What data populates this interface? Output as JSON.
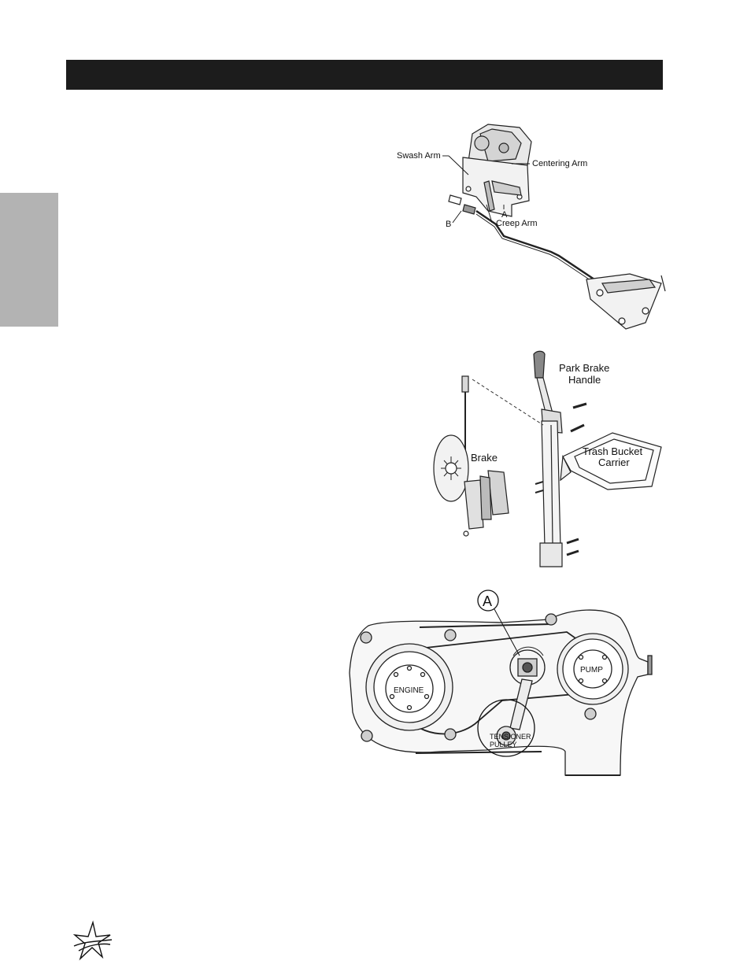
{
  "page": {
    "header_bar_color": "#1c1c1c",
    "side_tab_color": "#b3b3b3"
  },
  "figure1": {
    "labels": {
      "swash_arm": "Swash Arm",
      "centering_arm": "Centering Arm",
      "a": "A",
      "b": "B",
      "creep_arm": "Creep Arm"
    }
  },
  "figure2": {
    "labels": {
      "park_brake_line1": "Park Brake",
      "park_brake_line2": "Handle",
      "brake": "Brake",
      "trash_line1": "Trash Bucket",
      "trash_line2": "Carrier"
    }
  },
  "figure3": {
    "labels": {
      "a": "A",
      "engine": "ENGINE",
      "pump": "PUMP",
      "tensioner_line1": "TENSIONER",
      "tensioner_line2": "PULLEY"
    }
  },
  "footer": {
    "logo_icon": "star-swoosh-logo"
  }
}
